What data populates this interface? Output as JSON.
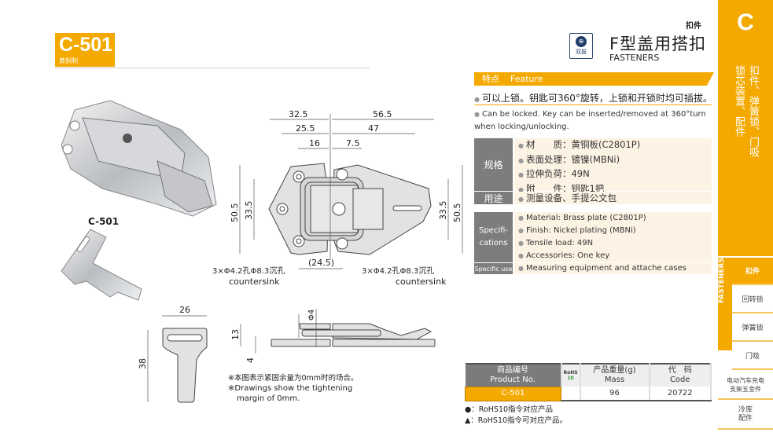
{
  "badge": {
    "code": "C-501",
    "material": "黄铜制"
  },
  "header": {
    "category": "扣件",
    "icon_label": "双拔",
    "title": "F型盖用搭扣",
    "subtitle": "FASTENERS"
  },
  "photo_caption": "C-501",
  "drawing": {
    "dims": {
      "d32_5": "32.5",
      "d56_5": "56.5",
      "d25_5": "25.5",
      "d47": "47",
      "d16": "16",
      "d7_5": "7.5",
      "h50_5_left": "50.5",
      "h33_5_left": "33.5",
      "h33_5_right": "33.5",
      "h50_5_right": "50.5",
      "d24_5": "(24.5)",
      "key_w": "26",
      "key_h": "38",
      "side_h13": "13",
      "side_h4": "4",
      "side_phi4": "Φ4"
    },
    "hole_note_left": "3×Φ4.2孔Φ8.3沉孔",
    "hole_note_left_en": "countersink",
    "hole_note_right": "3×Φ4.2孔Φ8.3沉孔",
    "hole_note_right_en": "countersink",
    "note_cn": "※本图表示紧固余量为0mm时的场合。",
    "note_en1": "※Drawings show the tightening",
    "note_en2": "margin of 0mm."
  },
  "feature": {
    "label_cn": "特点",
    "label_en": "Feature",
    "cn": "可以上锁。钥匙可360°旋转，上锁和开锁时均可插拔。",
    "en": "Can be locked. Key can be inserted/removed at 360°turn when locking/unlocking."
  },
  "spec_cn": {
    "label": "规格",
    "items": [
      "材　　质：黄铜板(C2801P)",
      "表面处理：镀镍(MBNi)",
      "拉伸负荷：49N",
      "附　　件：钥匙1把"
    ],
    "use_label": "用途",
    "use": "测量设备、手提公文包"
  },
  "spec_en": {
    "label": "Specifi-cations",
    "items": [
      "Material: Brass plate (C2801P)",
      "Finish: Nickel plating (MBNi)",
      "Tensile load: 49N",
      "Accessories: One key"
    ],
    "use_label": "Specific use",
    "use": "Measuring equipment and attache cases"
  },
  "table": {
    "headers": {
      "product_cn": "商品编号",
      "product_en": "Product No.",
      "rohs": "RoHS",
      "rohs2": "10",
      "mass_cn": "产品重量(g)",
      "mass_en": "Mass",
      "code_cn": "代　码",
      "code_en": "Code"
    },
    "rows": [
      {
        "product": "C-501",
        "rohs": "",
        "mass": "96",
        "code": "20722"
      }
    ]
  },
  "notes": [
    "●：RoHS10指令对应产品",
    "▲：RoHS10指令可对应产品。"
  ],
  "sidebar": {
    "letter": "C",
    "col1": "扣件、弹簧锁、门吸",
    "col2": "锁芯装置、配件",
    "section": "FASTENERS",
    "items": [
      "扣件",
      "回转锁",
      "弹簧锁",
      "门吸"
    ],
    "extra": [
      "电动汽车充电支架五金件",
      "冷库配件"
    ]
  },
  "colors": {
    "accent": "#f4a900",
    "gray": "#7b7b7b",
    "beige": "#fdf3e4"
  }
}
